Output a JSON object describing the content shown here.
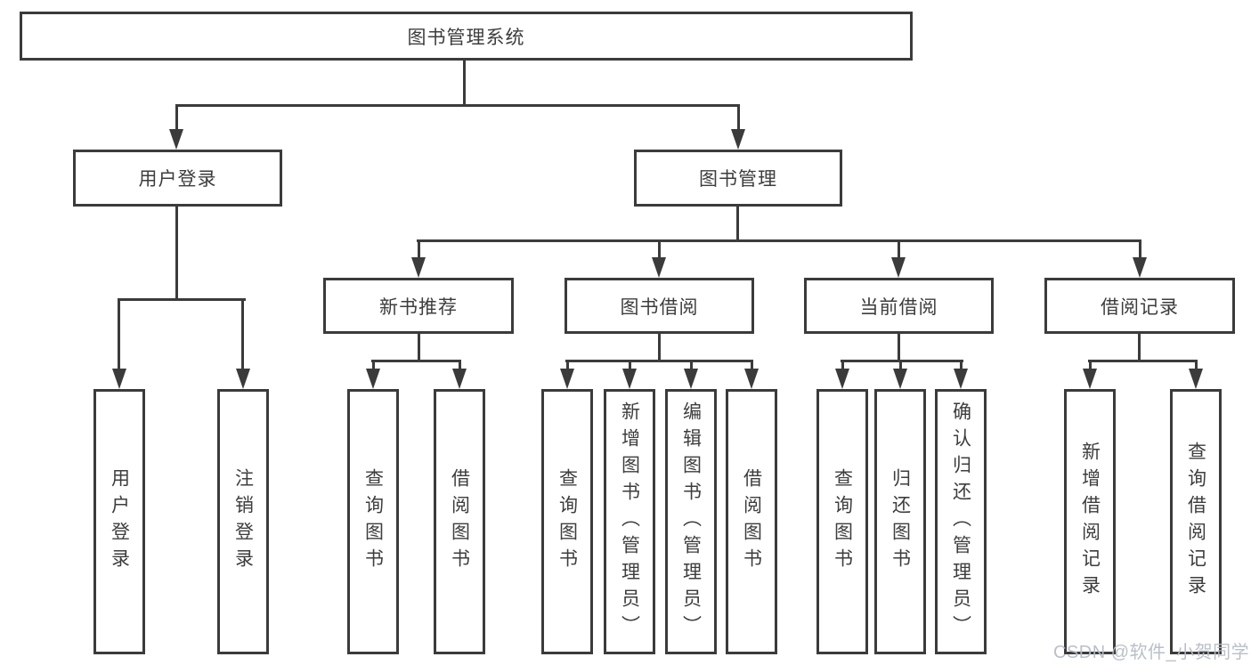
{
  "title": "图书管理系统",
  "tree": {
    "label": "图书管理系统",
    "children": [
      {
        "label": "用户登录",
        "children": [
          {
            "label": "用户登录"
          },
          {
            "label": "注销登录"
          }
        ]
      },
      {
        "label": "图书管理",
        "children": [
          {
            "label": "新书推荐",
            "children": [
              {
                "label": "查询图书"
              },
              {
                "label": "借阅图书"
              }
            ]
          },
          {
            "label": "图书借阅",
            "children": [
              {
                "label": "查询图书"
              },
              {
                "label": "新增图书（管理员）"
              },
              {
                "label": "编辑图书（管理员）"
              },
              {
                "label": "借阅图书"
              }
            ]
          },
          {
            "label": "当前借阅",
            "children": [
              {
                "label": "查询图书"
              },
              {
                "label": "归还图书"
              },
              {
                "label": "确认归还（管理员）"
              }
            ]
          },
          {
            "label": "借阅记录",
            "children": [
              {
                "label": "新增借阅记录"
              },
              {
                "label": "查询借阅记录"
              }
            ]
          }
        ]
      }
    ]
  },
  "watermark": {
    "text": "CSDN @软件_小贺同学"
  },
  "colors": {
    "background": "#ffffff",
    "line": "#3b3b3b",
    "text": "#3d3d3d",
    "watermark": "#b6bcc5"
  }
}
